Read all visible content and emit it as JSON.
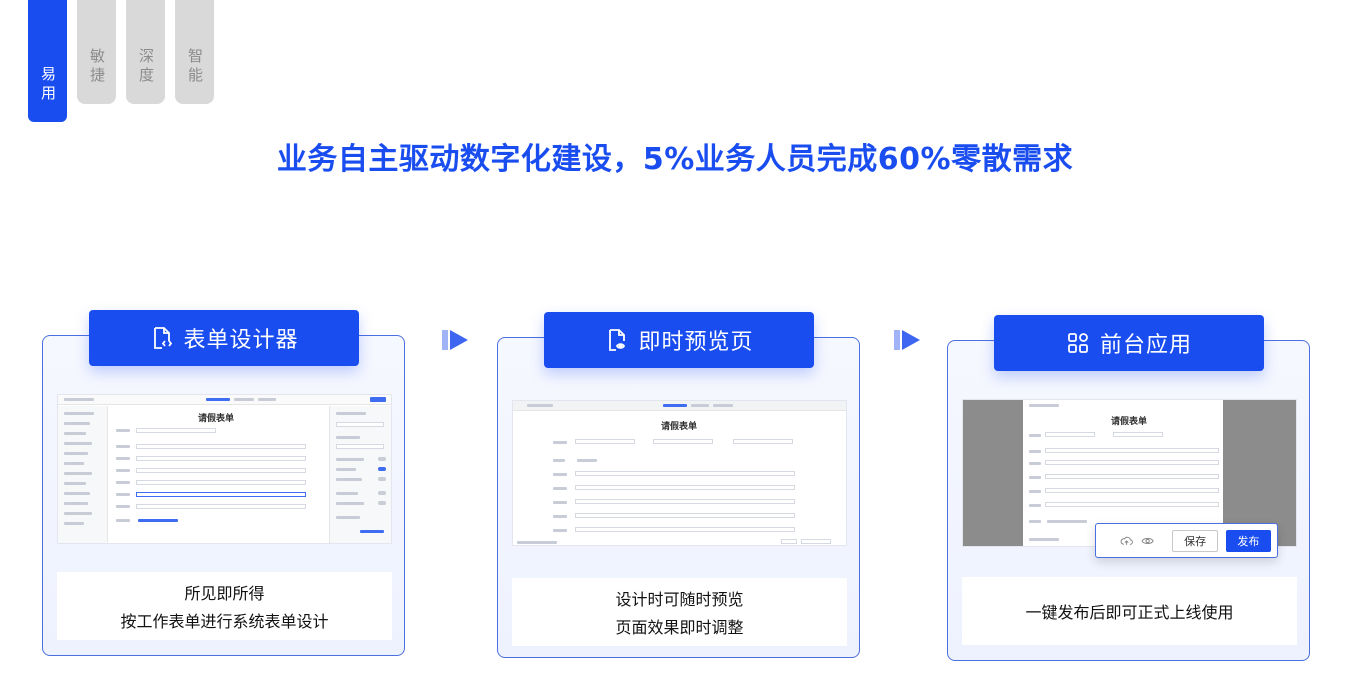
{
  "tabs": [
    {
      "label": "易用",
      "active": true
    },
    {
      "label": "敏捷",
      "active": false
    },
    {
      "label": "深度",
      "active": false
    },
    {
      "label": "智能",
      "active": false
    }
  ],
  "headline": "业务自主驱动数字化建设，5%业务人员完成60%零散需求",
  "cards": [
    {
      "title": "表单设计器",
      "icon": "form-code-icon",
      "form_title": "请假表单",
      "desc_line1": "所见即所得",
      "desc_line2": "按工作表单进行系统表单设计"
    },
    {
      "title": "即时预览页",
      "icon": "form-preview-icon",
      "form_title": "请假表单",
      "desc_line1": "设计时可随时预览",
      "desc_line2": "页面效果即时调整"
    },
    {
      "title": "前台应用",
      "icon": "grid-apps-icon",
      "form_title": "请假表单",
      "desc_line1": "一键发布后即可正式上线使用",
      "desc_line2": ""
    }
  ],
  "publish_bar": {
    "save_label": "保存",
    "publish_label": "发布"
  },
  "colors": {
    "brand": "#1a4df0",
    "tab_inactive": "#d9d9d9",
    "border": "#4b6fe0"
  }
}
